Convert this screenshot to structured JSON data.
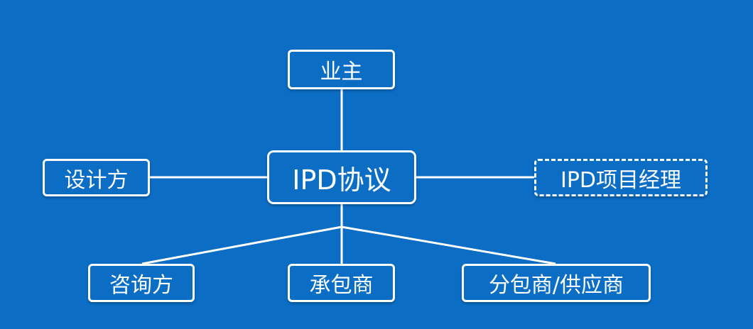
{
  "nodes": {
    "owner": "业主",
    "designer": "设计方",
    "agreement": "IPD协议",
    "manager": "IPD项目经理",
    "consultant": "咨询方",
    "contractor": "承包商",
    "subcontractor": "分包商/供应商"
  },
  "colors": {
    "background": "#0b6dc3",
    "line": "#ffffff"
  }
}
